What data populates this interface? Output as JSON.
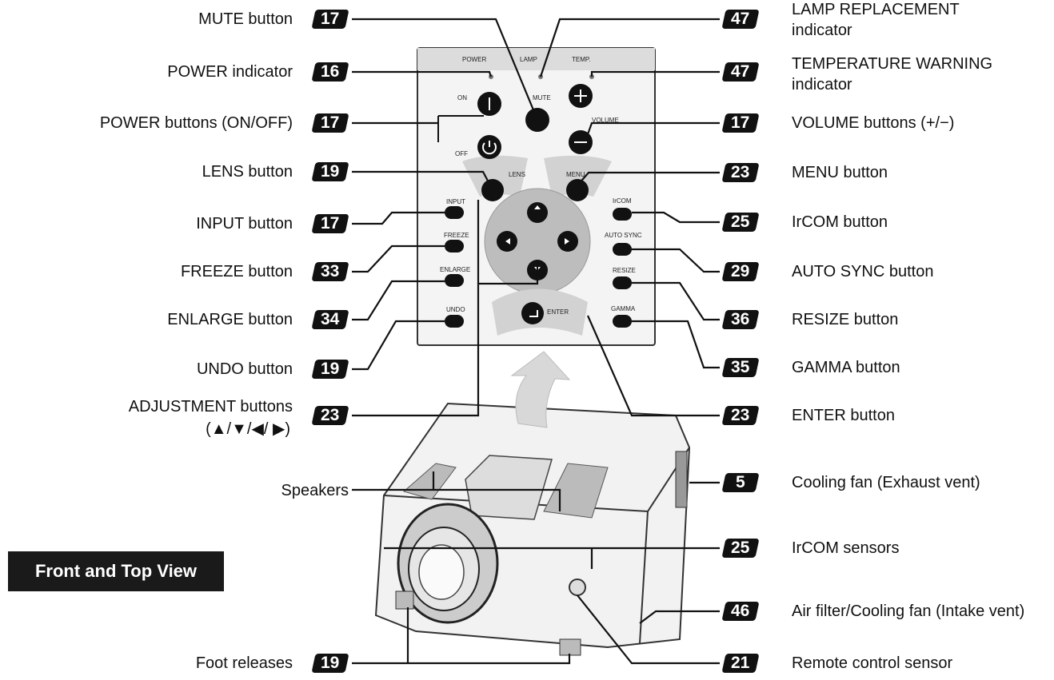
{
  "view_label": "Front and Top View",
  "panel": {
    "power": "POWER",
    "lamp": "LAMP",
    "temp": "TEMP.",
    "on": "ON",
    "off": "OFF",
    "mute": "MUTE",
    "volume": "VOLUME",
    "lens": "LENS",
    "menu": "MENU",
    "input": "INPUT",
    "freeze": "FREEZE",
    "enlarge": "ENLARGE",
    "undo": "UNDO",
    "ircom": "IrCOM",
    "autosync": "AUTO SYNC",
    "resize": "RESIZE",
    "gamma": "GAMMA",
    "enter": "ENTER"
  },
  "callouts_left": [
    {
      "label": "MUTE button",
      "page": "17"
    },
    {
      "label": "POWER indicator",
      "page": "16"
    },
    {
      "label": "POWER buttons (ON/OFF)",
      "page": "17"
    },
    {
      "label": "LENS button",
      "page": "19"
    },
    {
      "label": "INPUT button",
      "page": "17"
    },
    {
      "label": "FREEZE button",
      "page": "33"
    },
    {
      "label": "ENLARGE button",
      "page": "34"
    },
    {
      "label": "UNDO button",
      "page": "19"
    },
    {
      "label": "ADJUSTMENT buttons",
      "label2": "(▲/▼/◀/ ▶)",
      "page": "23"
    },
    {
      "label": "Speakers",
      "page": ""
    },
    {
      "label": "Foot releases",
      "page": "19"
    }
  ],
  "callouts_right": [
    {
      "label": "LAMP REPLACEMENT",
      "label2": "indicator",
      "page": "47"
    },
    {
      "label": "TEMPERATURE WARNING",
      "label2": "indicator",
      "page": "47"
    },
    {
      "label": "VOLUME buttons (+/−)",
      "page": "17"
    },
    {
      "label": "MENU button",
      "page": "23"
    },
    {
      "label": "IrCOM button",
      "page": "25"
    },
    {
      "label": "AUTO SYNC button",
      "page": "29"
    },
    {
      "label": "RESIZE button",
      "page": "36"
    },
    {
      "label": "GAMMA button",
      "page": "35"
    },
    {
      "label": "ENTER button",
      "page": "23"
    },
    {
      "label": "Cooling fan (Exhaust vent)",
      "page": "5"
    },
    {
      "label": "IrCOM sensors",
      "page": "25"
    },
    {
      "label": "Air filter/Cooling fan (Intake vent)",
      "page": "46"
    },
    {
      "label": "Remote control sensor",
      "page": "21"
    }
  ]
}
